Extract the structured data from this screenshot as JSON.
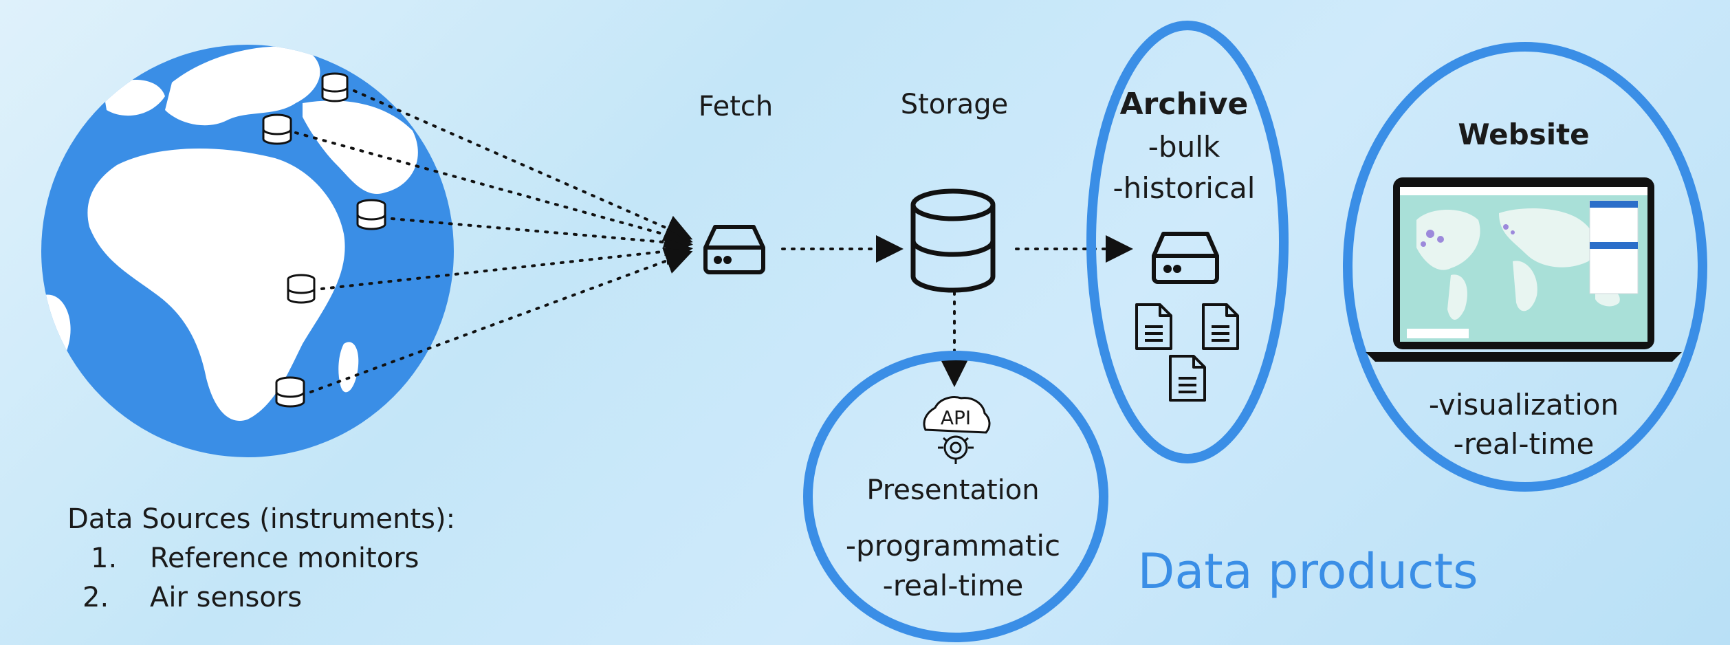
{
  "labels": {
    "fetch": "Fetch",
    "storage": "Storage",
    "archive_title": "Archive",
    "archive_line1": "-bulk",
    "archive_line2": "-historical",
    "website_title": "Website",
    "website_line1": "-visualization",
    "website_line2": "-real-time",
    "presentation_title": "Presentation",
    "presentation_line1": "-programmatic",
    "presentation_line2": "-real-time",
    "api_icon_text": "API",
    "data_products": "Data products"
  },
  "sources": {
    "heading": "Data Sources (instruments):",
    "items": [
      {
        "num": "1.",
        "label": "Reference monitors"
      },
      {
        "num": "2.",
        "label": "Air sensors"
      }
    ]
  },
  "colors": {
    "accent": "#3a8ee6",
    "globe_land": "#ffffff",
    "globe_sea": "#3a8ee6",
    "icon_stroke": "#111111"
  }
}
